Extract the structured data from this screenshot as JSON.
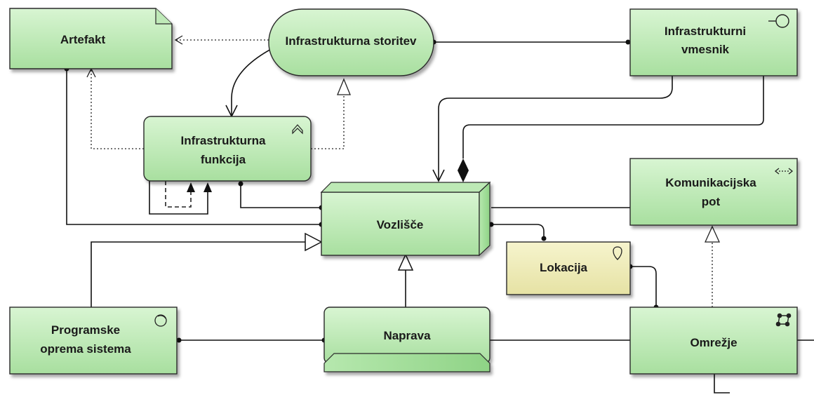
{
  "nodes": {
    "artefakt": {
      "label": "Artefakt"
    },
    "infra_storitev": {
      "label": "Infrastrukturna storitev"
    },
    "infra_vmesnik": {
      "line1": "Infrastrukturni",
      "line2": "vmesnik"
    },
    "infra_funkcija": {
      "line1": "Infrastrukturna",
      "line2": "funkcija"
    },
    "vozlisce": {
      "label": "Vozlišče"
    },
    "komunikacijska_pot": {
      "line1": "Komunikacijska",
      "line2": "pot"
    },
    "lokacija": {
      "label": "Lokacija"
    },
    "programska_oprema": {
      "line1": "Programske",
      "line2": "oprema sistema"
    },
    "naprava": {
      "label": "Naprava"
    },
    "omrezje": {
      "label": "Omrežje"
    }
  },
  "icons": {
    "interface": "interface-icon",
    "function": "function-icon",
    "communication_path": "communication-path-icon",
    "location": "location-pin-icon",
    "system_software": "system-software-icon",
    "network": "network-icon"
  },
  "colors": {
    "element_fill": "#c6efc1",
    "element_fill_dark": "#9fdc98",
    "location_fill": "#efedb8",
    "border": "#2b2b2b"
  }
}
